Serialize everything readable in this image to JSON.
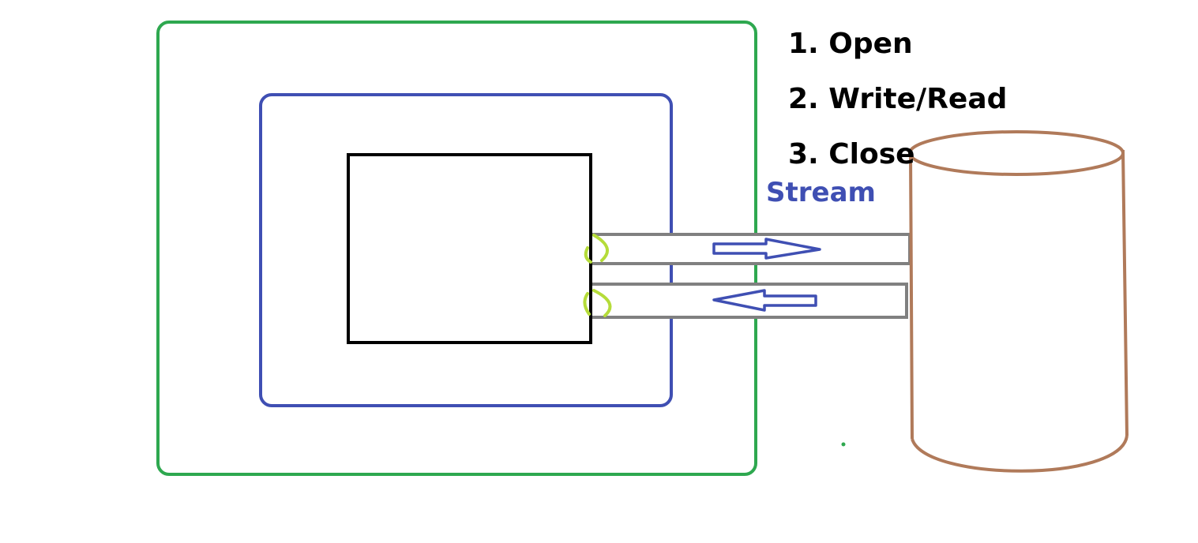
{
  "steps": [
    {
      "label": "1. Open"
    },
    {
      "label": "2. Write/Read"
    },
    {
      "label": "3. Close"
    }
  ],
  "stream_label": "Stream",
  "colors": {
    "outer_box": "#2ea84f",
    "middle_box": "#3f4fb3",
    "inner_box": "#000000",
    "pipe": "#808080",
    "arrow": "#3f4fb3",
    "connector": "#b5dc3a",
    "cylinder": "#b07a5a",
    "stream_text": "#3f4fb3",
    "step_text": "#000000"
  }
}
